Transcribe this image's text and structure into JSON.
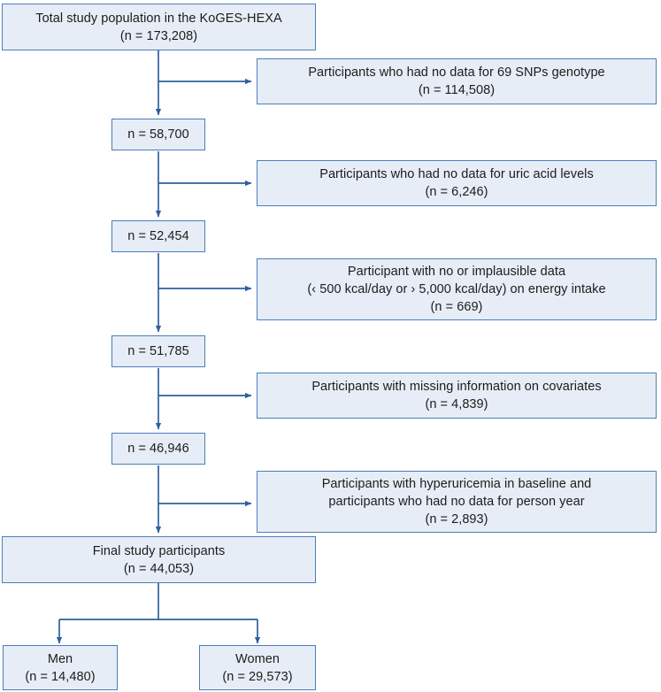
{
  "diagram": {
    "title_node": {
      "lines": [
        "Total study population in the KoGES-HEXA",
        "(n = 173,208)"
      ]
    },
    "exclusions": [
      {
        "id": "excl-snps",
        "lines": [
          "Participants who had no data for 69 SNPs genotype",
          "(n = 114,508)"
        ]
      },
      {
        "id": "excl-uric-acid",
        "lines": [
          "Participants who had no data for uric acid levels",
          "(n = 6,246)"
        ]
      },
      {
        "id": "excl-energy-intake",
        "lines": [
          "Participant with no or implausible data",
          "(‹ 500 kcal/day or › 5,000 kcal/day) on energy intake",
          "(n = 669)"
        ]
      },
      {
        "id": "excl-covariates",
        "lines": [
          "Participants with missing information on covariates",
          "(n = 4,839)"
        ]
      },
      {
        "id": "excl-hyperuricemia",
        "lines": [
          "Participants with hyperuricemia in baseline and",
          "participants who had no data for person year",
          "(n = 2,893)"
        ]
      }
    ],
    "remaining": [
      {
        "id": "remain-1",
        "label": "n = 58,700"
      },
      {
        "id": "remain-2",
        "label": "n = 52,454"
      },
      {
        "id": "remain-3",
        "label": "n = 51,785"
      },
      {
        "id": "remain-4",
        "label": "n = 46,946"
      }
    ],
    "final_node": {
      "lines": [
        "Final study participants",
        "(n = 44,053)"
      ]
    },
    "sex_nodes": [
      {
        "id": "men",
        "lines": [
          "Men",
          "(n = 14,480)"
        ]
      },
      {
        "id": "women",
        "lines": [
          "Women",
          "(n = 29,573)"
        ]
      }
    ],
    "colors": {
      "box_fill": "#e7edf6",
      "box_border": "#4a7ebc",
      "connector": "#2f5f9e",
      "text": "#1c1c1c",
      "background": "#ffffff"
    }
  }
}
